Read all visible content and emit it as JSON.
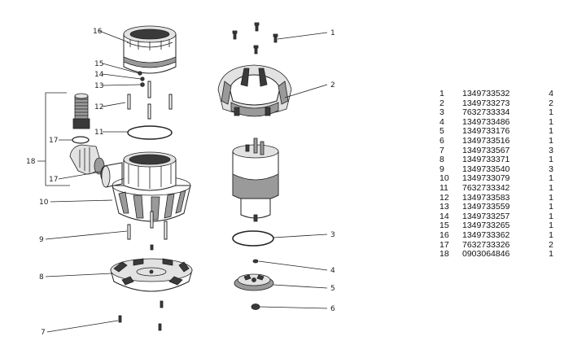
{
  "callouts": {
    "c1": "1",
    "c2": "2",
    "c3": "3",
    "c4": "4",
    "c5": "5",
    "c6": "6",
    "c7": "7",
    "c8": "8",
    "c9": "9",
    "c10": "10",
    "c11": "11",
    "c12": "12",
    "c13": "13",
    "c14": "14",
    "c15": "15",
    "c16": "16",
    "c17a": "17",
    "c17b": "17",
    "c18": "18"
  },
  "parts": [
    {
      "index": "1",
      "number": "1349733532",
      "qty": "4"
    },
    {
      "index": "2",
      "number": "1349733273",
      "qty": "2"
    },
    {
      "index": "3",
      "number": "7632733334",
      "qty": "1"
    },
    {
      "index": "4",
      "number": "1349733486",
      "qty": "1"
    },
    {
      "index": "5",
      "number": "1349733176",
      "qty": "1"
    },
    {
      "index": "6",
      "number": "1349733516",
      "qty": "1"
    },
    {
      "index": "7",
      "number": "1349733567",
      "qty": "3"
    },
    {
      "index": "8",
      "number": "1349733371",
      "qty": "1"
    },
    {
      "index": "9",
      "number": "1349733540",
      "qty": "3"
    },
    {
      "index": "10",
      "number": "1349733079",
      "qty": "1"
    },
    {
      "index": "11",
      "number": "7632733342",
      "qty": "1"
    },
    {
      "index": "12",
      "number": "1349733583",
      "qty": "1"
    },
    {
      "index": "13",
      "number": "1349733559",
      "qty": "1"
    },
    {
      "index": "14",
      "number": "1349733257",
      "qty": "1"
    },
    {
      "index": "15",
      "number": "1349733265",
      "qty": "1"
    },
    {
      "index": "16",
      "number": "1349733362",
      "qty": "1"
    },
    {
      "index": "17",
      "number": "7632733326",
      "qty": "2"
    },
    {
      "index": "18",
      "number": "0903064846",
      "qty": "1"
    }
  ]
}
